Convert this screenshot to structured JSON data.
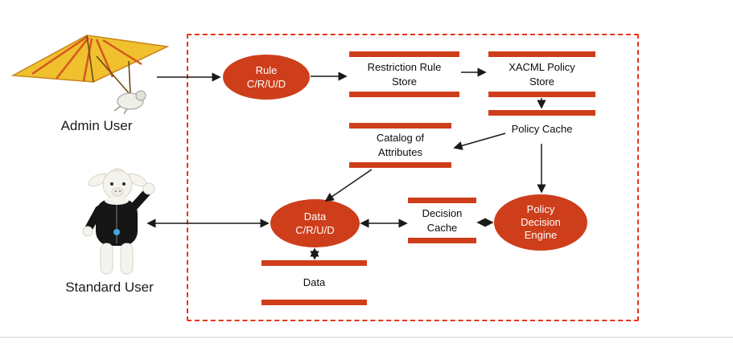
{
  "actors": {
    "admin": {
      "label": "Admin User"
    },
    "standard": {
      "label": "Standard User"
    }
  },
  "processes": {
    "rule_crud": {
      "line1": "Rule",
      "line2": "C/R/U/D"
    },
    "data_crud": {
      "line1": "Data",
      "line2": "C/R/U/D"
    },
    "policy_decision_engine": {
      "line1": "Policy",
      "line2": "Decision",
      "line3": "Engine"
    }
  },
  "stores": {
    "restriction_rule_store": {
      "line1": "Restriction Rule",
      "line2": "Store"
    },
    "xacml_policy_store": {
      "line1": "XACML Policy",
      "line2": "Store"
    },
    "policy_cache": {
      "line1": "Policy Cache"
    },
    "catalog_of_attributes": {
      "line1": "Catalog of",
      "line2": "Attributes"
    },
    "decision_cache": {
      "line1": "Decision",
      "line2": "Cache"
    },
    "data_store": {
      "line1": "Data"
    }
  },
  "colors": {
    "accent_red": "#CE3E1B",
    "boundary_red": "#E8351E",
    "arrow_black": "#1a1a1a",
    "text": "#0d0d0d"
  }
}
